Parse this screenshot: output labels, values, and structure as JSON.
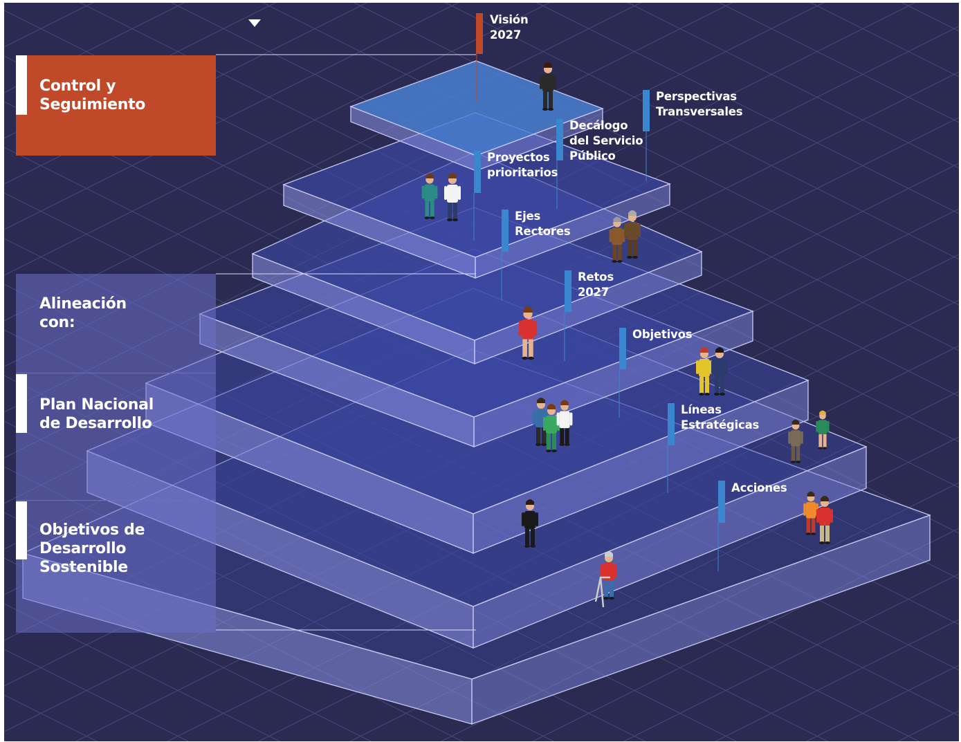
{
  "colors": {
    "background": "#2b2a52",
    "grid_line": "#4a4a78",
    "layer_top": "#3d4aa8",
    "layer_edge": "#c7c9f2",
    "accent_orange": "#bf4928",
    "accent_blue": "#3a87d0",
    "side_panel": "#4b4c94"
  },
  "control_box": {
    "label": "Control y Seguimiento",
    "color": "#bf4928"
  },
  "alignment_box": {
    "header": "Alineación con:",
    "items": [
      {
        "label": "Plan Nacional de Desarrollo"
      },
      {
        "label": "Objetivos de Desarrollo Sostenible"
      }
    ]
  },
  "pyramid_levels": [
    {
      "label": "Visión 2027",
      "tag_color": "#bf4928"
    },
    {
      "label": "Perspectivas Transversales",
      "tag_color": "#3a87d0"
    },
    {
      "label": "Decálogo del Servicio Público",
      "tag_color": "#3a87d0"
    },
    {
      "label": "Proyectos prioritarios",
      "tag_color": "#3a87d0"
    },
    {
      "label": "Ejes Rectores",
      "tag_color": "#3a87d0"
    },
    {
      "label": "Retos 2027",
      "tag_color": "#3a87d0"
    },
    {
      "label": "Objetivos",
      "tag_color": "#3a87d0"
    },
    {
      "label": "Líneas Estratégicas",
      "tag_color": "#3a87d0"
    },
    {
      "label": "Acciones",
      "tag_color": "#3a87d0"
    }
  ],
  "people_figures": [
    {
      "icon": "businesswoman-pointing-icon"
    },
    {
      "icon": "nurse-and-doctor-icon"
    },
    {
      "icon": "elderly-couple-icon"
    },
    {
      "icon": "pregnant-woman-icon"
    },
    {
      "icon": "firefighter-and-police-icon"
    },
    {
      "icon": "group-of-people-icon"
    },
    {
      "icon": "family-with-wheelchair-icon"
    },
    {
      "icon": "businesswoman-icon"
    },
    {
      "icon": "couple-standing-icon"
    },
    {
      "icon": "elderly-man-walker-icon"
    }
  ],
  "dropdown_icon": "caret-down-icon"
}
